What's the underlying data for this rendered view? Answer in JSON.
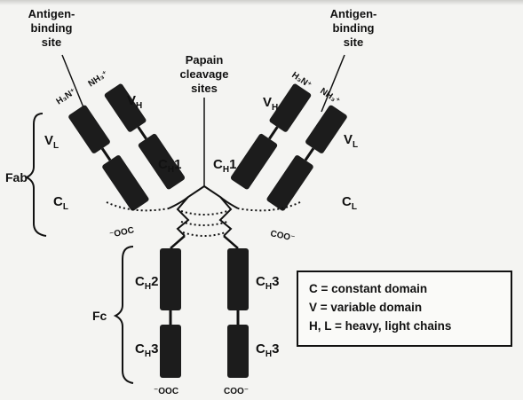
{
  "labels": {
    "antigen_site_left": [
      "Antigen-",
      "binding",
      "site"
    ],
    "antigen_site_right": [
      "Antigen-",
      "binding",
      "site"
    ],
    "papain": [
      "Papain",
      "cleavage",
      "sites"
    ],
    "fab": "Fab",
    "fc": "Fc",
    "VH_left": "V",
    "VH_right": "V",
    "VL_left": "V",
    "VL_right": "V",
    "CH1_left": "C",
    "CH1_right": "C",
    "CL_left": "C",
    "CL_right": "C",
    "CH2_left": "C",
    "CH3_upper_right": "C",
    "CH3_lower_left": "C",
    "CH3_lower_right": "C",
    "sub_H": "H",
    "sub_L": "L",
    "num_1": "1",
    "num_2": "2",
    "num_3": "3",
    "H3N_left": "H₃N⁺",
    "NH3_left": "NH₃⁺",
    "H3N_right": "H₃N⁺",
    "NH3_right": "NH₃⁺",
    "ooc_left": "⁻OOC",
    "coo_right": "COO⁻",
    "ooc_bottom_left": "⁻OOC",
    "coo_bottom_right": "COO⁻"
  },
  "legend": [
    "C = constant domain",
    "V = variable domain",
    "H, L = heavy, light chains"
  ],
  "colors": {
    "domain": "#1c1c1c",
    "line": "#111111",
    "background": "#f4f4f2"
  }
}
